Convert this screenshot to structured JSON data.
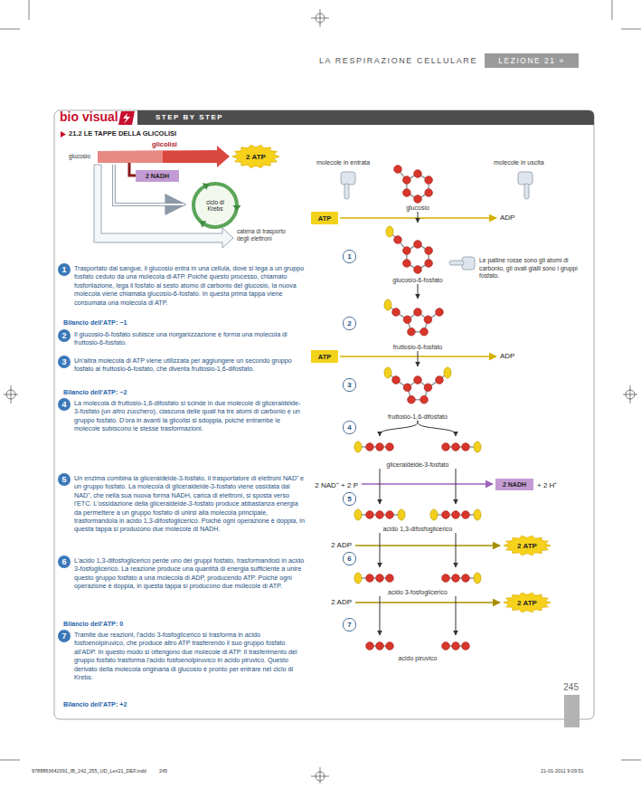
{
  "diagram": {
    "title": "21.2 LE TAPPE DELLA GLICOLISI",
    "nodes": [
      {
        "text": [
          "2 ATP"
        ]
      },
      {
        "text": [
          "2 NADH"
        ]
      },
      {
        "text": [
          "ciclo di Krebs"
        ]
      },
      {
        "text": [
          "glucosio"
        ]
      },
      {
        "text": [
          "ATP"
        ]
      },
      {
        "text": [
          "glucosio-6-fosfato"
        ]
      },
      {
        "text": [
          "fruttosio-6-fosfato"
        ]
      },
      {
        "text": [
          "ATP"
        ]
      },
      {
        "text": [
          "fruttosio-1,6-difosfato"
        ]
      },
      {
        "text": [
          "gliceraldeide-3-fosfato"
        ]
      },
      {
        "text": [
          "2 NADH"
        ]
      },
      {
        "text": [
          "acido 1,3-difosfoglicerico"
        ]
      },
      {
        "text": [
          "2 ATP"
        ]
      },
      {
        "text": [
          "acido 3-fosfoglicerico"
        ]
      },
      {
        "text": [
          "2 ATP"
        ]
      },
      {
        "text": [
          "acido piruvico"
        ]
      }
    ],
    "edges": [
      {
        "from": 3,
        "to": 5,
        "arrow": "to",
        "label": "1"
      },
      {
        "from": 5,
        "to": 6,
        "arrow": "to",
        "label": "2"
      },
      {
        "from": 6,
        "to": 8,
        "arrow": "to",
        "label": "3"
      },
      {
        "from": 8,
        "to": 9,
        "arrow": "to",
        "label": "4"
      },
      {
        "from": 9,
        "to": 11,
        "arrow": "to",
        "label": "5"
      },
      {
        "from": 11,
        "to": 13,
        "arrow": "to",
        "label": "6"
      },
      {
        "from": 13,
        "to": 15,
        "arrow": "to",
        "label": "7"
      }
    ],
    "labels": [
      "LA RESPIRAZIONE CELLULARE",
      "LEZIONE 21 »",
      "bio",
      "visual",
      "STEP BY STEP",
      "glicolisi",
      "glucosio",
      "catena di trasporto degli elettroni",
      "1",
      "Trasportato dal sangue, il glucosio entra in una cellula, dove si lega a un gruppo fosfato ceduto da una molecola di ATP. Poiché questo processo, chiamato fosforilazione, lega il fosfato al sesto atomo di carbonio del glucosio, la nuova molecola viene chiamata glucosio-6-fosfato. In questa prima tappa viene consumata una molecola di ATP.",
      "Bilancio dell'ATP: −1",
      "2",
      "Il glucosio-6-fosfato subisce una riorganizzazione e forma una molecola di fruttosio-6-fosfato.",
      "3",
      "Un'altra molecola di ATP viene utilizzata per aggiungere un secondo gruppo fosfato al fruttosio-6-fosfato, che diventa fruttosio-1,6-difosfato.",
      "Bilancio dell'ATP: −2",
      "4",
      "La molecola di fruttosio-1,6-difosfato si scinde in due molecole di gliceraldeide-3-fosfato (un altro zucchero), ciascuna delle quali ha tre atomi di carbonio e un gruppo fosfato. D'ora in avanti la glicolisi si sdoppia, poiché entrambe le molecole subiscono le stesse trasformazioni.",
      "5",
      "Un enzima combina la gliceraldeide-3-fosfato, il trasportatore di elettroni NAD⁺ e un gruppo fosfato. La molecola di gliceraldeide-3-fosfato viene ossidata dal NAD⁺, che nella sua nuova forma NADH, carica di elettroni, si sposta verso l'ETC. L'ossidazione della gliceraldeide-3-fosfato produce abbastanza energia da permettere a un gruppo fosfato di unirsi alla molecola principale, trasformandola in acido 1,3-difosfoglicerico. Poiché ogni operazione è doppia, in questa tappa si producono due molecole di NADH.",
      "6",
      "L'acido 1,3-difosfoglicerico perde uno dei gruppi fosfato, trasformandosi in acido 3-fosfoglicerico. La reazione produce una quantità di energia sufficiente a unire questo gruppo fosfato a una molecola di ADP, producendo ATP. Poiché ogni operazione è doppia, in questa tappa si producono due molecole di ATP.",
      "Bilancio dell'ATP: 0",
      "7",
      "Tramite due reazioni, l'acido 3-fosfoglicerico si trasforma in acido fosfoenolpiruvico, che produce altro ATP trasferendo il suo gruppo fosfato all'ADP. In questo modo si ottengono due molecole di ATP. Il trasferimento del gruppo fosfato trasforma l'acido fosfoenolpiruvico in acido piruvico. Questo derivato della molecola originaria di glucosio è pronto per entrare nel ciclo di Krebs.",
      "Bilancio dell'ATP: +2",
      "molecole in entrata",
      "molecole in uscita",
      "ADP",
      "Le palline rosse sono gli atomi di carbonio, gli ovali gialli sono i gruppi fosfato.",
      "ADP",
      "2 NAD⁺ + 2 P",
      "+ 2 H⁺",
      "2 ADP",
      "2 ADP",
      "245",
      "9788863642391_IB_242_255_UD_Lez21_DEF.indd",
      "245",
      "21-01-2011 9:09:51"
    ]
  }
}
